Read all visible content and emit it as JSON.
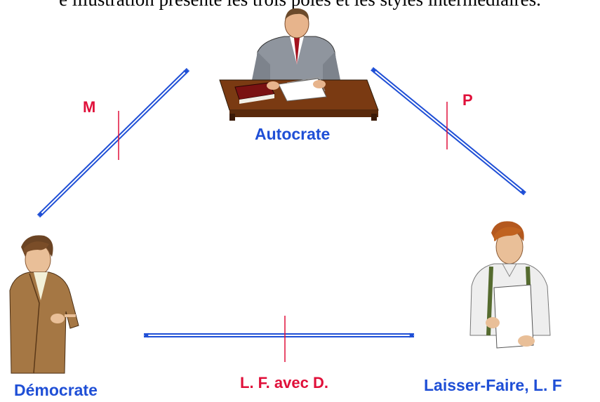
{
  "caption": "e illustration présente les trois pôles et les styles intermédiaires.",
  "poles": {
    "autocrate": "Autocrate",
    "democrate": "Démocrate",
    "laisser_faire": "Laisser-Faire, L. F"
  },
  "intermediate": {
    "left": "M",
    "right": "P",
    "bottom": "L. F. avec D."
  },
  "colors": {
    "arrow": "#1f4fd6",
    "pole_label": "#1f4fd6",
    "intermediate_label": "#e0103a"
  }
}
